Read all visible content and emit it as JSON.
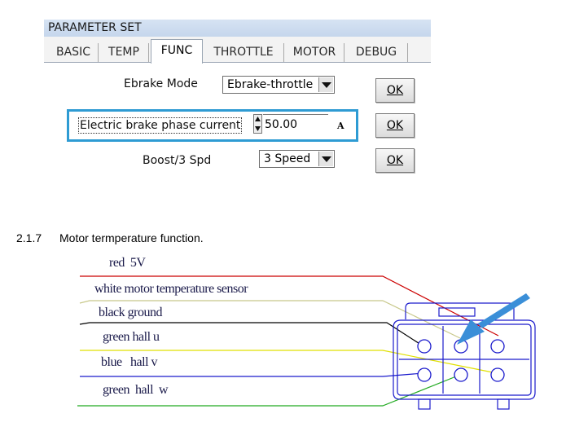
{
  "ui": {
    "title": "PARAMETER SET",
    "tabs": [
      "BASIC",
      "TEMP",
      "FUNC",
      "THROTTLE",
      "MOTOR",
      "DEBUG"
    ],
    "active_tab": "FUNC",
    "rows": [
      {
        "label": "Ebrake Mode",
        "value": "Ebrake-throttle",
        "button": "OK"
      },
      {
        "label": "Electric brake phase current",
        "value": "50.00",
        "unit": "A",
        "button": "OK"
      },
      {
        "label": "Boost/3 Spd",
        "value": "3 Speed",
        "button": "OK"
      }
    ],
    "highlight_color": "#2e9bd3"
  },
  "section": {
    "number": "2.1.7",
    "title": "Motor termperature function."
  },
  "wires": [
    {
      "label": "red  5V",
      "color": "#cc0000"
    },
    {
      "label": "white motor temperature sensor",
      "color": "#c8c88a"
    },
    {
      "label": "black ground",
      "color": "#000000"
    },
    {
      "label": "green hall u",
      "color": "#e0e000"
    },
    {
      "label": "blue   hall v",
      "color": "#1a1acc"
    },
    {
      "label": "green  hall  w",
      "color": "#22aa22"
    }
  ],
  "connector": {
    "pins": 6,
    "arrow_color": "#3b8fd8",
    "outline_color": "#1a1acc"
  }
}
